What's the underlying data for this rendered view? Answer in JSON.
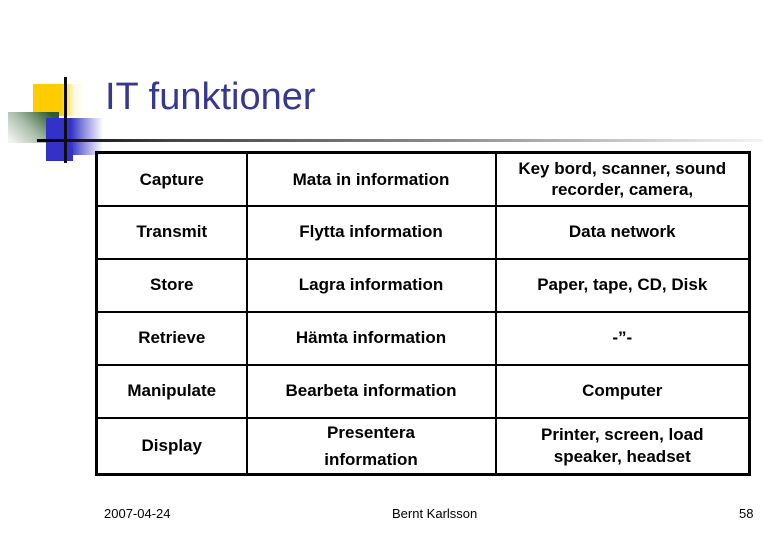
{
  "slide_title": "IT funktioner",
  "table": {
    "rows": [
      [
        "Capture",
        "Mata in information",
        "Key bord, scanner, sound\nrecorder, camera,"
      ],
      [
        "Transmit",
        "Flytta information",
        "Data network"
      ],
      [
        "Store",
        "Lagra information",
        "Paper, tape, CD, Disk"
      ],
      [
        "Retrieve",
        "Hämta information",
        "-”-"
      ],
      [
        "Manipulate",
        "Bearbeta information",
        "Computer"
      ],
      [
        "Display",
        "Presentera\ninformation",
        "Printer, screen, load\nspeaker, headset"
      ]
    ]
  },
  "footer": {
    "date": "2007-04-24",
    "author": "Bernt Karlsson",
    "page_number": "58"
  },
  "colors": {
    "title_text": "#38388F",
    "accent_yellow": "#FFCC00",
    "accent_green": "#2E5C2E",
    "accent_blue": "#3232C8",
    "table_border": "#000000"
  }
}
